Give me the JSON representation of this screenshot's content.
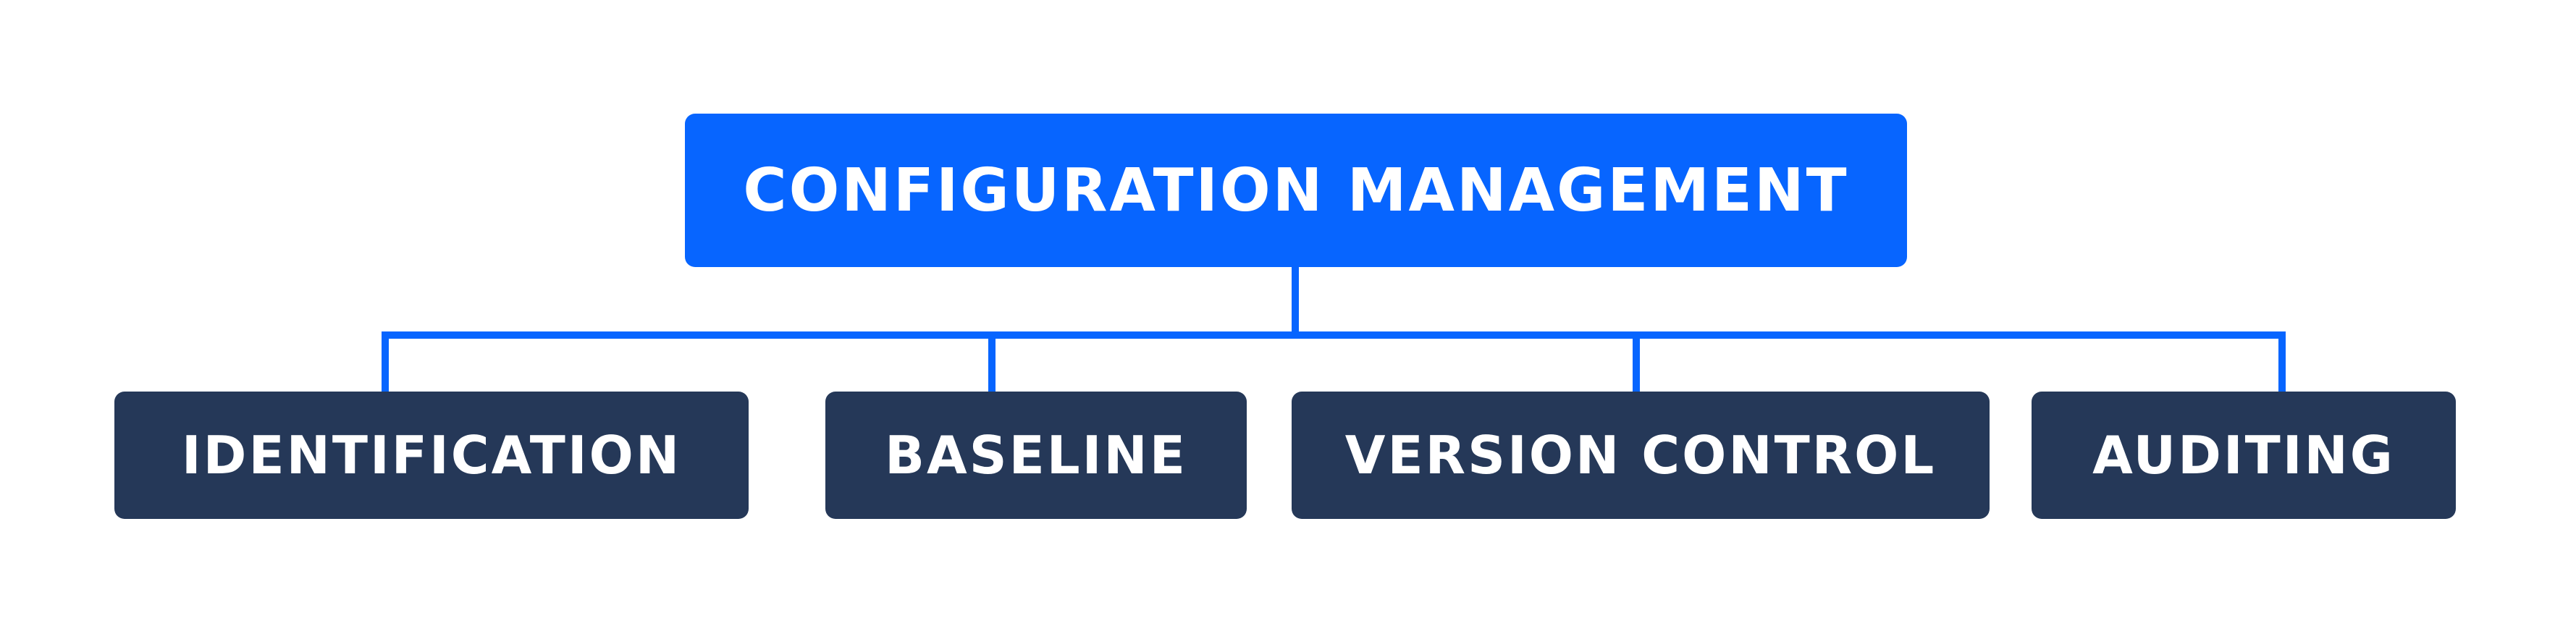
{
  "root": {
    "label": "CONFIGURATION MANAGEMENT"
  },
  "children": [
    {
      "label": "IDENTIFICATION"
    },
    {
      "label": "BASELINE"
    },
    {
      "label": "VERSION CONTROL"
    },
    {
      "label": "AUDITING"
    }
  ],
  "colors": {
    "root_fill": "#0765FF",
    "child_fill": "#253858",
    "connector": "#0765FF",
    "text": "#FFFFFF",
    "background": "#FFFFFF"
  }
}
